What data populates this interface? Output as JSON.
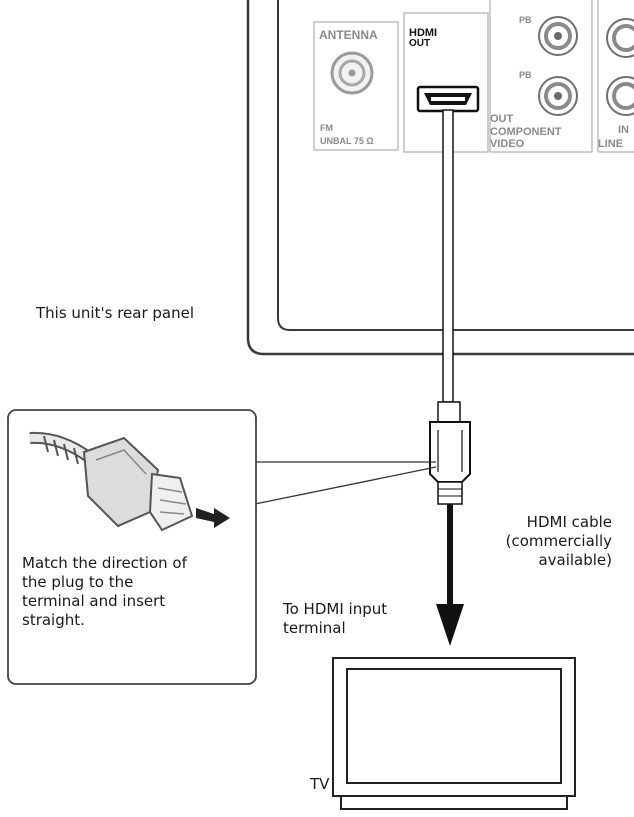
{
  "rear_panel": {
    "label": "This unit's rear panel",
    "antenna": {
      "title": "ANTENNA",
      "sub_line1": "FM",
      "sub_line2": "UNBAL 75 Ω"
    },
    "hdmi_out": {
      "line1": "HDMI",
      "line2": "OUT"
    },
    "component": {
      "pb_top": "PB",
      "pb_bottom": "PB",
      "line1": "OUT",
      "line2": "COMPONENT",
      "line3": "VIDEO"
    },
    "line_in": {
      "line1": "IN",
      "line2": "LINE"
    }
  },
  "callout": {
    "line1": "Match the direction of",
    "line2": "the plug to the",
    "line3": "terminal and insert",
    "line4": "straight."
  },
  "cable": {
    "line1": "HDMI cable",
    "line2": "(commercially",
    "line3": "available)"
  },
  "to_terminal": {
    "line1": "To HDMI input",
    "line2": "terminal"
  },
  "tv": {
    "label": "TV"
  }
}
